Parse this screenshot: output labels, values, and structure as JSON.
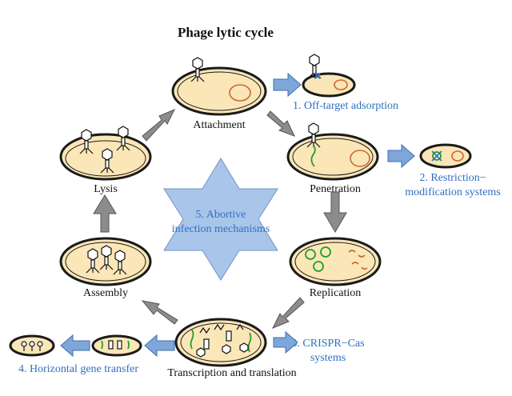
{
  "title": "Phage lytic cycle",
  "stages": {
    "attachment": "Attachment",
    "penetration": "Penetration",
    "replication": "Replication",
    "transcription": "Transcription and translation",
    "assembly": "Assembly",
    "lysis": "Lysis"
  },
  "defenses": {
    "d1": "1. Off-target adsorption",
    "d2_line1": "2. Restriction−",
    "d2_line2": "modification systems",
    "d3_line1": "3. CRISPR−Cas",
    "d3_line2": "systems",
    "d4": "4. Horizontal gene transfer",
    "d5_line1": "5. Abortive",
    "d5_line2": "infection mechanisms"
  },
  "colors": {
    "cell_fill": "#fbe6b8",
    "defense_text": "#2f6fc0",
    "star_fill": "#a9c6ea",
    "grey_arrow": "#8c8c8c",
    "blue_arrow": "#7fa6d8",
    "dna_green": "#1fa02a",
    "nucleoid_orange": "#c86a2a"
  }
}
